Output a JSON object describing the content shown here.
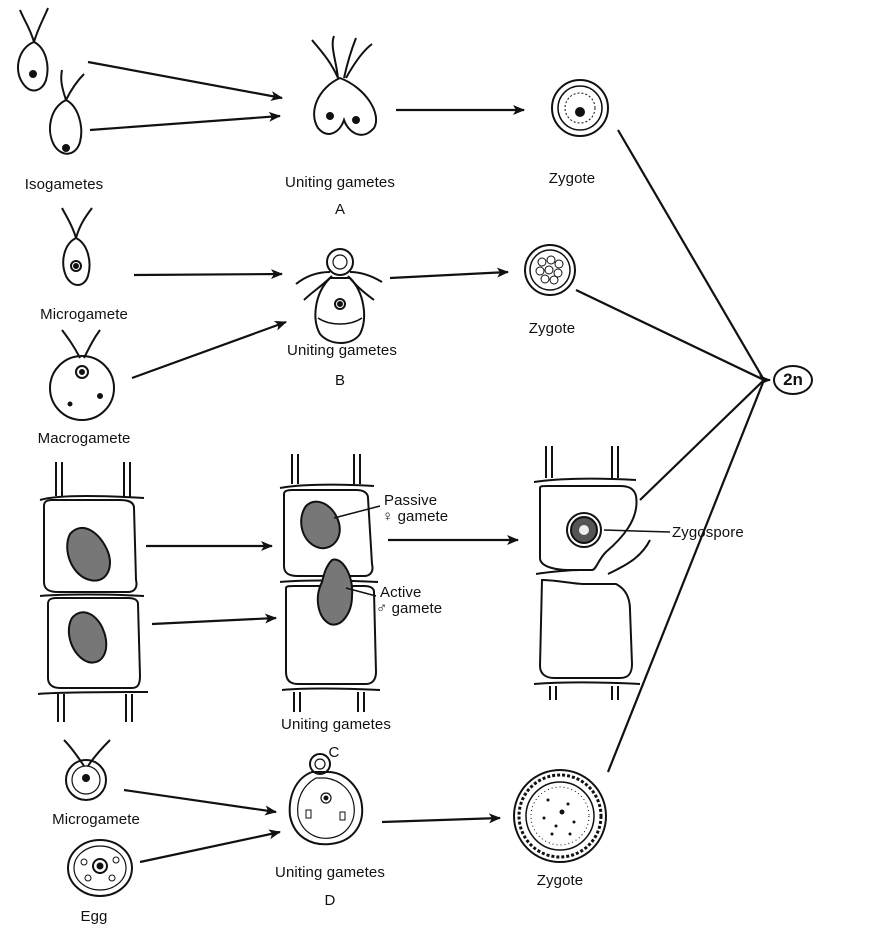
{
  "labels": {
    "a_isogametes": "Isogametes",
    "a_uniting": "Uniting gametes",
    "a_letter": "A",
    "a_zygote": "Zygote",
    "b_microgamete": "Microgamete",
    "b_macrogamete": "Macrogamete",
    "b_uniting": "Uniting gametes",
    "b_letter": "B",
    "b_zygote": "Zygote",
    "c_passive_1": "Passive",
    "c_passive_2": "♀ gamete",
    "c_active_1": "Active",
    "c_active_2": "♂ gamete",
    "c_zygospore": "Zygospore",
    "c_uniting": "Uniting gametes",
    "c_letter": "C",
    "d_microgamete": "Microgamete",
    "d_egg": "Egg",
    "d_uniting": "Uniting gametes",
    "d_letter": "D",
    "d_zygote": "Zygote",
    "ploidy": "2n"
  },
  "colors": {
    "ink": "#111111",
    "background": "#ffffff"
  }
}
